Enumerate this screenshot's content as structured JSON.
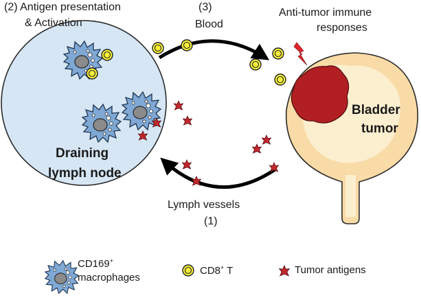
{
  "labels": {
    "antigen_presentation": "(2) Antigen presentation",
    "activation": "& Activation",
    "step3": "(3)",
    "blood": "Blood",
    "anti_tumor_line1": "Anti-tumor immune",
    "anti_tumor_line2": "responses",
    "draining_line1": "Draining",
    "draining_line2": "lymph node",
    "bladder_line1": "Bladder",
    "bladder_line2": "tumor",
    "lymph_vessels": "Lymph vessels",
    "step1": "(1)"
  },
  "legend": {
    "macrophage_label": "CD169",
    "macrophage_sup": "+",
    "macrophage_label2": "macrophages",
    "tcell_label": "CD8",
    "tcell_sup": "+",
    "tcell_suffix": " T",
    "antigen_label": "Tumor antigens"
  },
  "icons": {
    "macrophage": "macrophage-icon",
    "tcell": "cd8-t-cell-icon",
    "antigen": "tumor-antigen-icon",
    "lightning": "lightning-bolt-icon"
  },
  "colors": {
    "lymph_node_fill": "#d6e6f4",
    "macrophage_fill": "#7fa8d4",
    "tcell_fill": "#f6ef39",
    "antigen_fill": "#c0282e",
    "bladder_fill": "#f9dba7",
    "bladder_inner": "#fcefcf",
    "tumor_fill": "#b11f23",
    "lightning": "#e0242a"
  }
}
